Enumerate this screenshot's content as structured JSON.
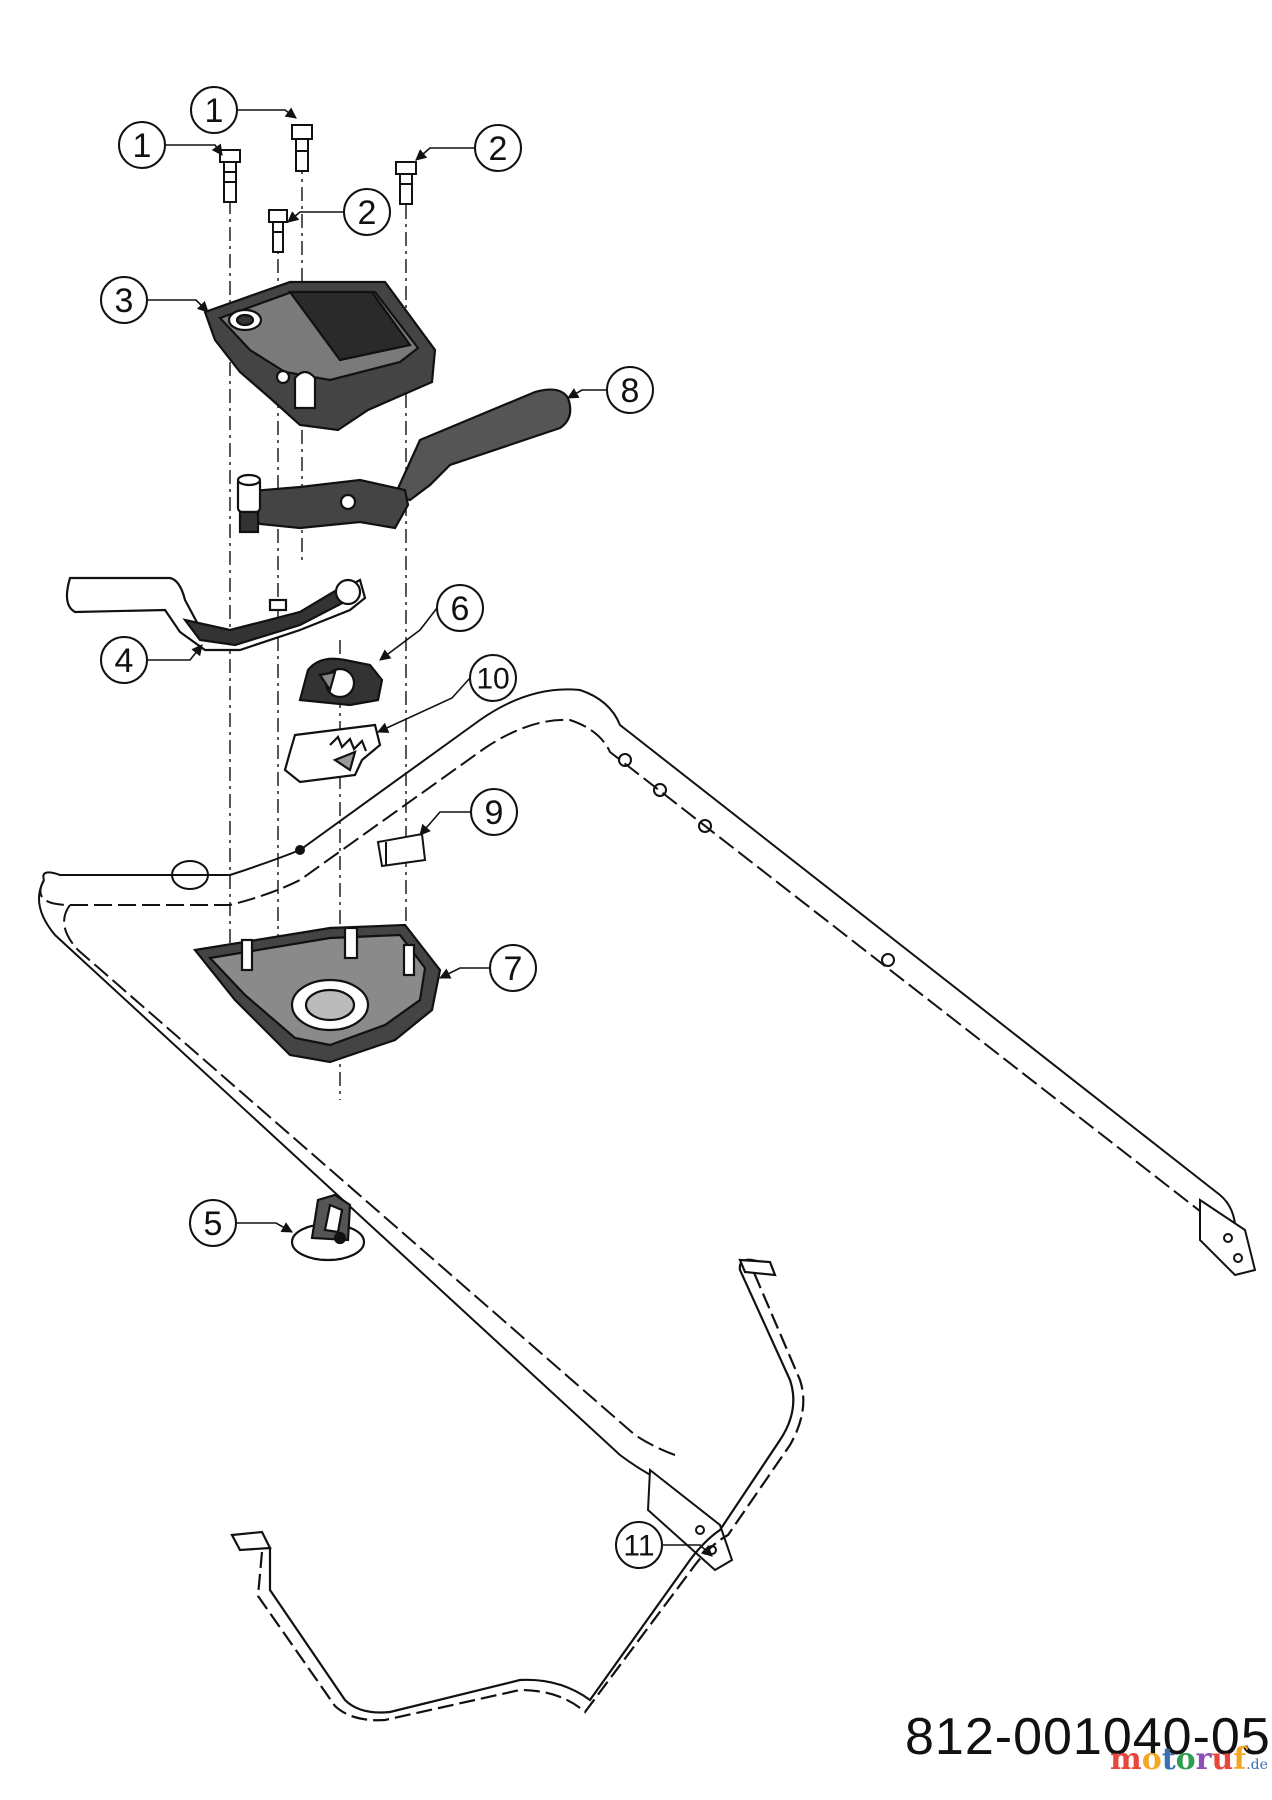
{
  "callouts": {
    "c1a": "1",
    "c1b": "1",
    "c2a": "2",
    "c2b": "2",
    "c3": "3",
    "c4": "4",
    "c5": "5",
    "c6": "6",
    "c7": "7",
    "c8": "8",
    "c9": "9",
    "c10": "10",
    "c11": "11"
  },
  "drawing_number": "812-001040-05",
  "watermark": {
    "text": "motoruf",
    "suffix": ".de",
    "colors": [
      "#e8463c",
      "#f5a623",
      "#3b6fb5",
      "#2e9e4f",
      "#8b4fb5"
    ]
  },
  "icons": [
    "bolt-icon",
    "arrow-icon"
  ],
  "colors": {
    "line": "#111111",
    "fill_dark": "#2a2a2a",
    "fill_mid": "#9a9a9a",
    "background": "#ffffff"
  }
}
